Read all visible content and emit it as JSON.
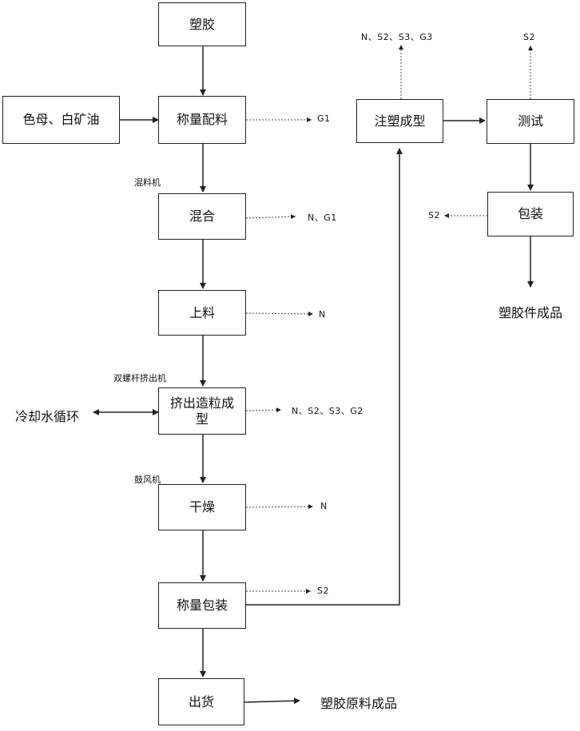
{
  "nodes": {
    "plastic": "塑胶",
    "weigh1": "称量配料",
    "mix": "混合",
    "feed": "上料",
    "extrude": "挤出造粒成型",
    "dry": "干燥",
    "weigh_pack": "称量包装",
    "ship": "出货",
    "inject": "注塑成型",
    "test": "测试",
    "pack": "包装",
    "color_oil": "色母、白矿油",
    "cooling": "冷却水循环",
    "raw_product": "塑胶原料成品",
    "part_product": "塑胶件成品"
  },
  "equipment": {
    "mixer": "混料机",
    "twin_screw": "双螺杆挤出机",
    "blower": "鼓风机"
  },
  "outputs": {
    "weigh1": "G1",
    "mix": "N、G1",
    "feed": "N",
    "extrude": "N、S2、S3、G2",
    "dry": "N",
    "weigh_pack": "S2",
    "inject": "N、S2、S3、G3",
    "test": "S2",
    "pack": "S2"
  }
}
